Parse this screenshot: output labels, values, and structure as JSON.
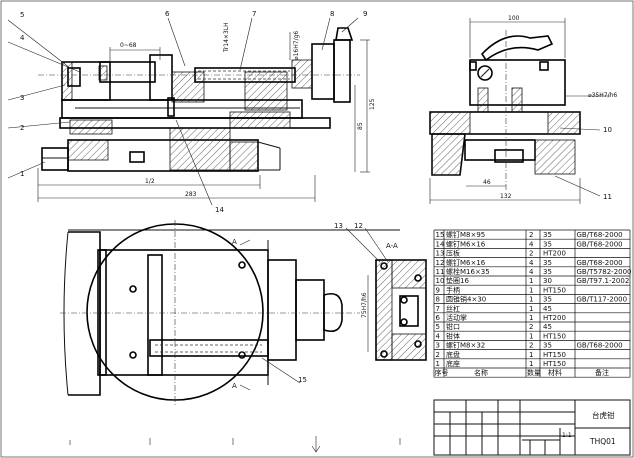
{
  "callouts": {
    "c1": "1",
    "c2": "2",
    "c3": "3",
    "c4": "4",
    "c5": "5",
    "c6": "6",
    "c7": "7",
    "c8": "8",
    "c9": "9",
    "c10": "10",
    "c11": "11",
    "c12": "12",
    "c13": "13",
    "c14": "14",
    "c15": "15"
  },
  "dimensions": {
    "stroke_range": "0~68",
    "thread": "Tr14×3LH",
    "shaft_fit": "⌀16H7/g6",
    "height_125": "125",
    "height_85": "85",
    "half": "1/2",
    "length_283": "283",
    "width_100": "100",
    "bore_fit": "⌀35H7/h6",
    "width_46": "46",
    "width_132": "132",
    "fit_75": "75H7/h6"
  },
  "section_marks": {
    "a_top": "A",
    "a_bottom": "A",
    "aa_view": "A-A"
  },
  "bom": {
    "headers": {
      "no": "序号",
      "name": "名称",
      "qty": "数量",
      "material": "材料",
      "note": "备注"
    },
    "rows": [
      {
        "no": "15",
        "name": "螺钉M8×95",
        "qty": "2",
        "material": "35",
        "note": "GB/T68-2000"
      },
      {
        "no": "14",
        "name": "螺钉M6×16",
        "qty": "4",
        "material": "35",
        "note": "GB/T68-2000"
      },
      {
        "no": "13",
        "name": "压板",
        "qty": "2",
        "material": "HT200",
        "note": ""
      },
      {
        "no": "12",
        "name": "螺钉M6×16",
        "qty": "4",
        "material": "35",
        "note": "GB/T68-2000"
      },
      {
        "no": "11",
        "name": "螺栓M16×35",
        "qty": "4",
        "material": "35",
        "note": "GB/T5782-2000"
      },
      {
        "no": "10",
        "name": "垫圈16",
        "qty": "1",
        "material": "30",
        "note": "GB/T97.1-2002"
      },
      {
        "no": "9",
        "name": "手柄",
        "qty": "1",
        "material": "HT150",
        "note": ""
      },
      {
        "no": "8",
        "name": "圆锥销4×30",
        "qty": "1",
        "material": "35",
        "note": "GB/T117-2000"
      },
      {
        "no": "7",
        "name": "丝杠",
        "qty": "1",
        "material": "45",
        "note": ""
      },
      {
        "no": "6",
        "name": "活动掌",
        "qty": "1",
        "material": "HT200",
        "note": ""
      },
      {
        "no": "5",
        "name": "钳口",
        "qty": "2",
        "material": "45",
        "note": ""
      },
      {
        "no": "4",
        "name": "钳体",
        "qty": "1",
        "material": "HT150",
        "note": ""
      },
      {
        "no": "3",
        "name": "螺钉M8×32",
        "qty": "2",
        "material": "35",
        "note": "GB/T68-2000"
      },
      {
        "no": "2",
        "name": "底盘",
        "qty": "1",
        "material": "HT150",
        "note": ""
      },
      {
        "no": "1",
        "name": "底座",
        "qty": "1",
        "material": "HT150",
        "note": ""
      }
    ]
  },
  "title_block": {
    "drawing_name": "台虎钳",
    "drawing_code": "THQ01",
    "scale": "1:1"
  }
}
